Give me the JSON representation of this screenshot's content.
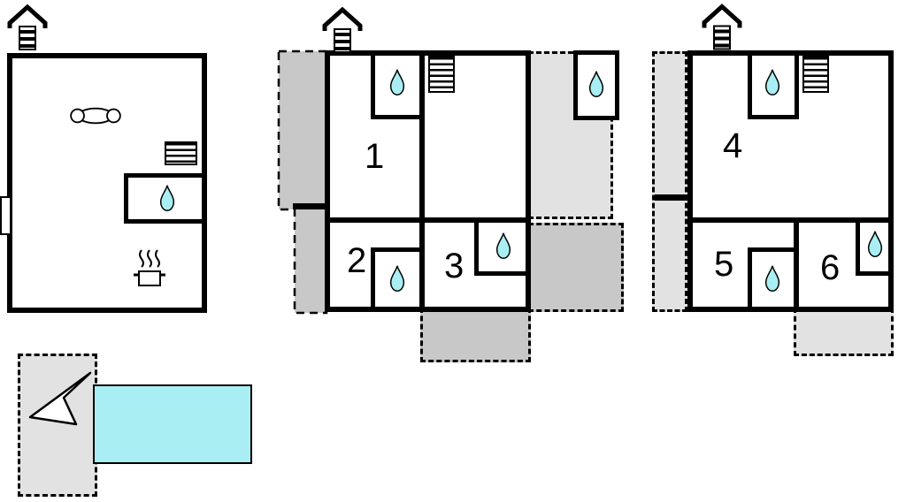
{
  "colors": {
    "wall": "#000000",
    "terrace_light": "#e2e2e2",
    "terrace_dark": "#c8c8c8",
    "water": "#a9eef2",
    "background": "#ffffff"
  },
  "rooms": {
    "r1": "1",
    "r2": "2",
    "r3": "3",
    "r4": "4",
    "r5": "5",
    "r6": "6"
  },
  "icons": {
    "chimney": "chimney-icon",
    "water_drop": "water-drop-icon",
    "radiator": "radiator-icon",
    "sofa": "sofa-icon",
    "stove": "stove-icon",
    "door": "door-icon",
    "north_arrow": "north-arrow-icon"
  }
}
